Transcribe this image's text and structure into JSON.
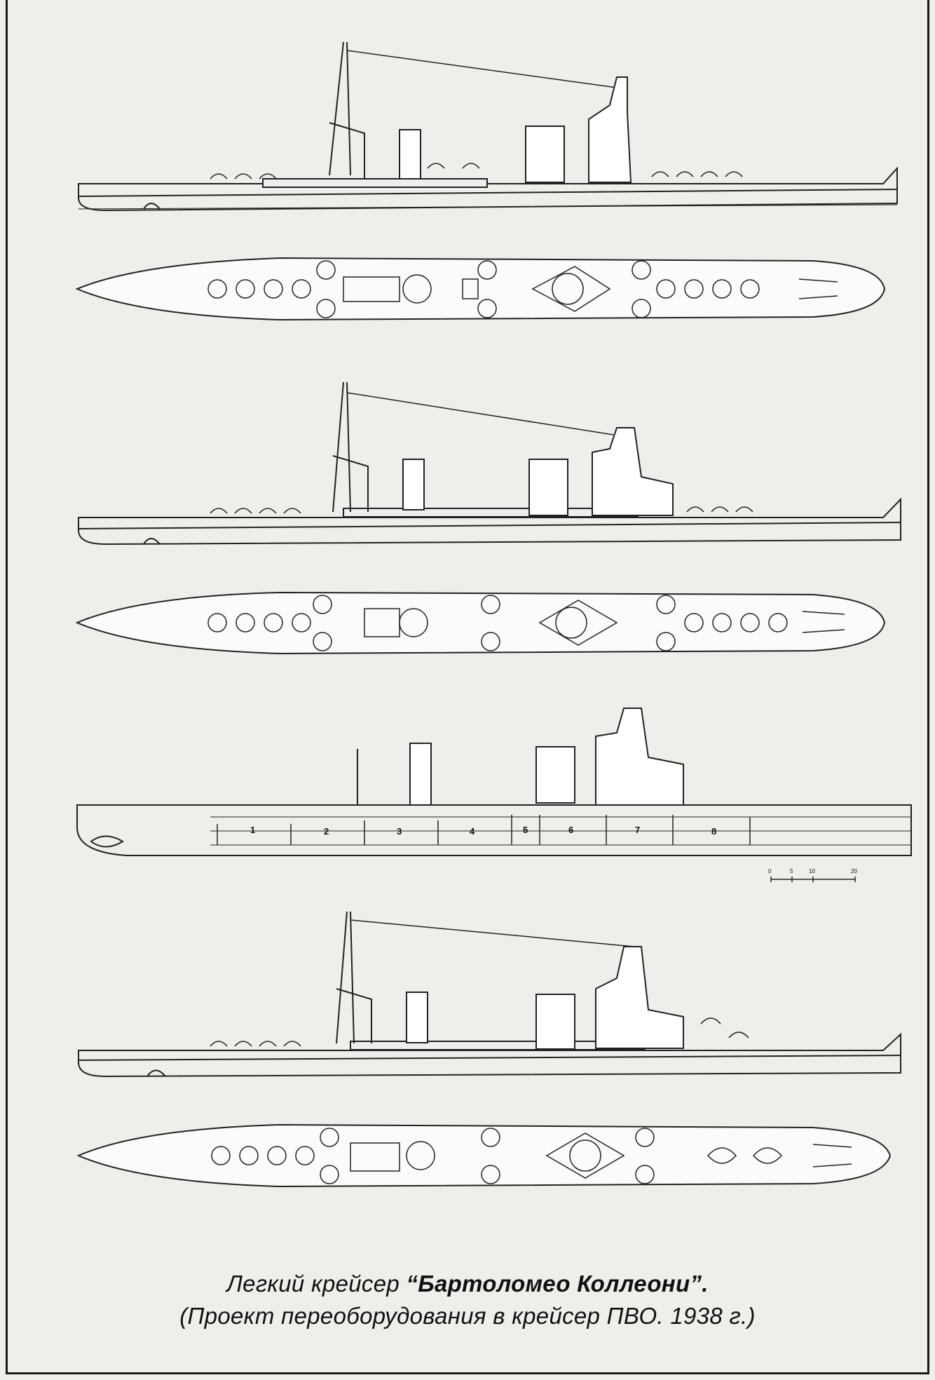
{
  "caption": {
    "line1_prefix": "Легкий крейсер ",
    "line1_name": "“Бартоломео Коллеони”.",
    "line2": "(Проект переоборудования в крейсер ПВО.  1938 г.)"
  },
  "compartments": [
    "1",
    "2",
    "3",
    "4",
    "5",
    "6",
    "7",
    "8"
  ],
  "scale_bar": {
    "ticks": [
      "0",
      "5",
      "10",
      "20"
    ]
  }
}
